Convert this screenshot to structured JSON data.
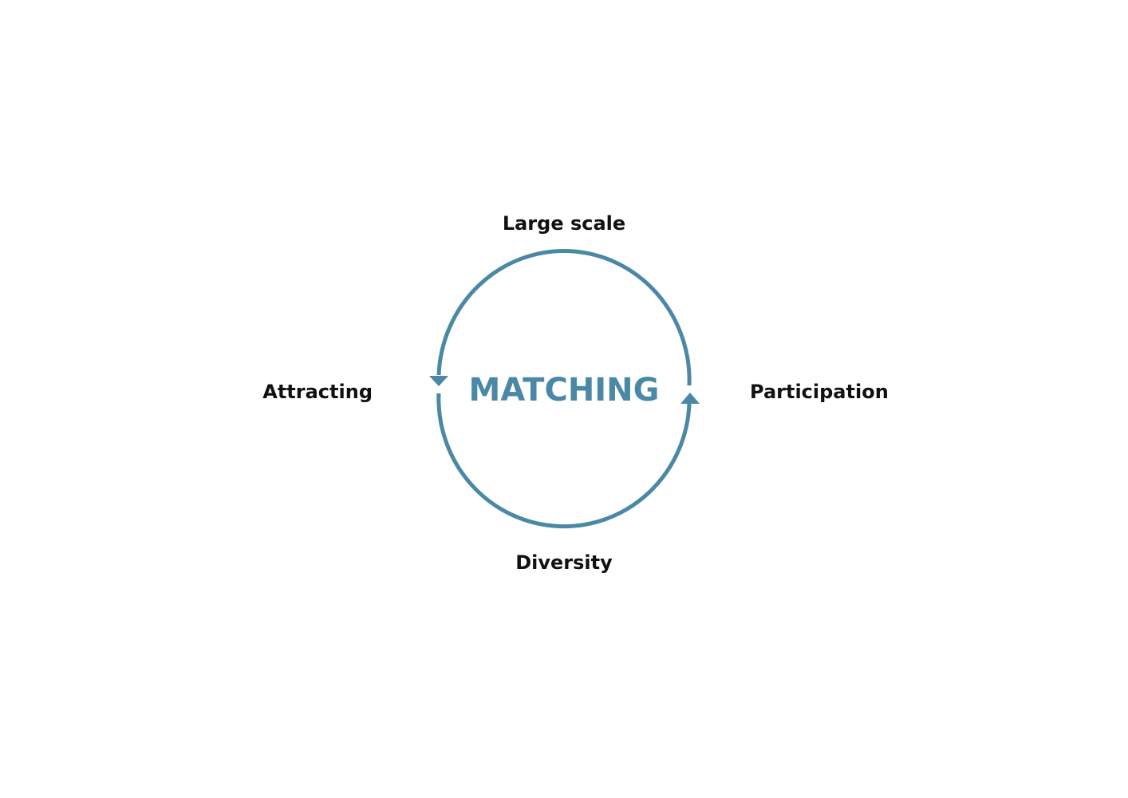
{
  "diagram": {
    "center_label": "MATCHING",
    "nodes": {
      "top": "Large scale",
      "right": "Participation",
      "bottom": "Diversity",
      "left": "Attracting"
    }
  },
  "colors": {
    "accent": "#4a88a6",
    "text": "#111111",
    "background": "#ffffff"
  }
}
